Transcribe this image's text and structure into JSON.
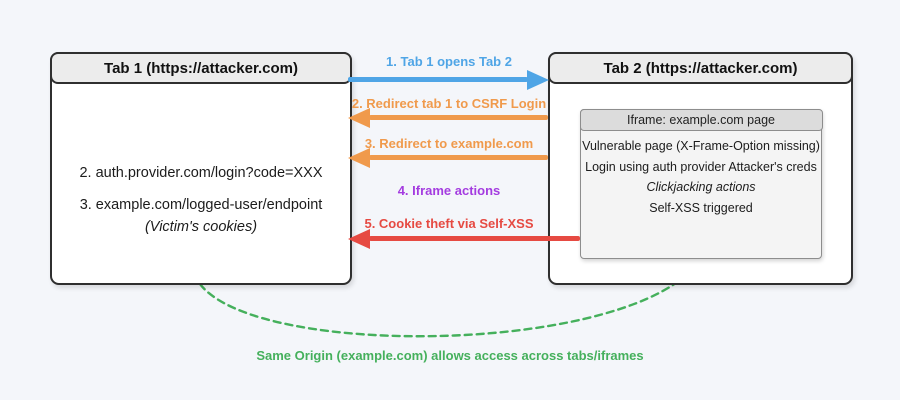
{
  "tab1": {
    "title": "Tab 1 (https://attacker.com)",
    "rows": [
      "2. auth.provider.com/login?code=XXX",
      "3. example.com/logged-user/endpoint",
      "(Victim's cookies)"
    ]
  },
  "tab2": {
    "title": "Tab 2 (https://attacker.com)"
  },
  "iframe": {
    "title": "Iframe: example.com page",
    "rows": [
      "Vulnerable page (X-Frame-Option missing)",
      "Login using auth provider Attacker's creds",
      "Clickjacking actions",
      "Self-XSS triggered"
    ]
  },
  "flows": [
    {
      "label": "1. Tab 1 opens Tab 2",
      "color": "#4fa5e6",
      "direction": "right"
    },
    {
      "label": "2. Redirect tab 1 to CSRF Login",
      "color": "#f09a4c",
      "direction": "left"
    },
    {
      "label": "3. Redirect to example.com",
      "color": "#f09a4c",
      "direction": "left"
    },
    {
      "label": "4. Iframe actions",
      "color": "#a43ce0",
      "direction": "none"
    },
    {
      "label": "5. Cookie theft via Self-XSS",
      "color": "#e64a42",
      "direction": "left"
    }
  ],
  "note": {
    "text": "Same Origin (example.com) allows access across tabs/iframes",
    "color": "#45b05c"
  },
  "colors": {
    "background": "#f4f6fa",
    "window_border": "#2f2f2f",
    "window_header_bg": "#ececec",
    "iframe_border": "#8d8d8d",
    "iframe_header_bg": "#dcdcdc"
  }
}
